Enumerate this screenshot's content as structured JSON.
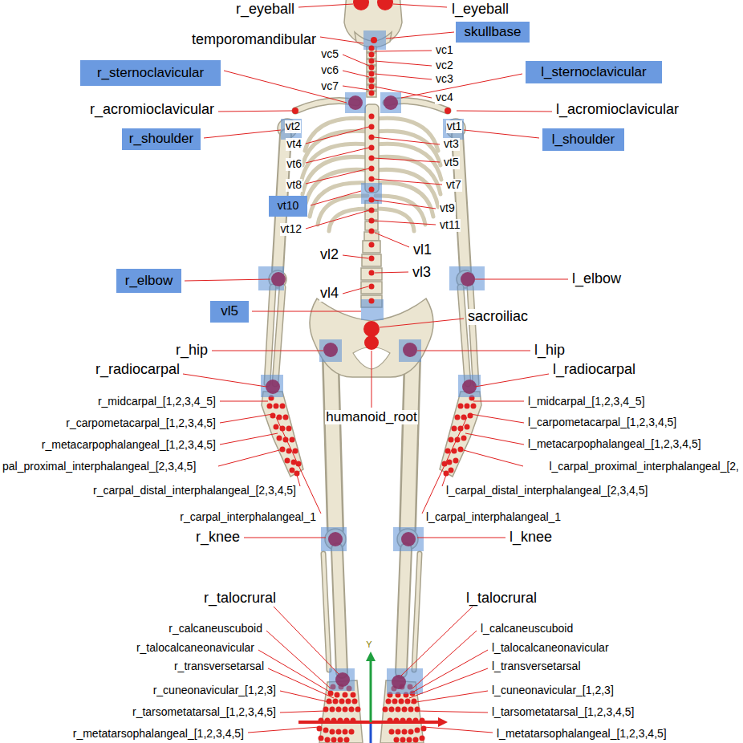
{
  "diagram": {
    "nodes": [
      {
        "text": [
          "skullbase"
        ]
      },
      {
        "text": [
          "r_sternoclavicular"
        ]
      },
      {
        "text": [
          "l_sternoclavicular"
        ]
      },
      {
        "text": [
          "r_shoulder"
        ]
      },
      {
        "text": [
          "l_shoulder"
        ]
      },
      {
        "text": [
          "vt10"
        ]
      },
      {
        "text": [
          "r_elbow"
        ]
      },
      {
        "text": [
          "vl5"
        ]
      }
    ],
    "labels": [
      "r_eyeball",
      "l_eyeball",
      "temporomandibular",
      "vc1",
      "vc5",
      "vc2",
      "vc6",
      "vc3",
      "vc7",
      "vc4",
      "r_acromioclavicular",
      "l_acromioclavicular",
      "vt2",
      "vt1",
      "vt4",
      "vt3",
      "vt6",
      "vt5",
      "vt8",
      "vt7",
      "vt9",
      "vt11",
      "vt12",
      "vl1",
      "vl2",
      "vl3",
      "l_elbow",
      "vl4",
      "sacroiliac",
      "r_hip",
      "l_hip",
      "r_radiocarpal",
      "l_radiocarpal",
      "r_midcarpal_[1,2,3,4_5]",
      "l_midcarpal_[1,2,3,4_5]",
      "humanoid_root",
      "r_carpometacarpal_[1,2,3,4,5]",
      "l_carpometacarpal_[1,2,3,4,5]",
      "r_metacarpophalangeal_[1,2,3,4,5]",
      "l_metacarpophalangeal_[1,2,3,4,5]",
      "pal_proximal_interphalangeal_[2,3,4,5]",
      "l_carpal_proximal_interphalangeal_[2,",
      "r_carpal_distal_interphalangeal_[2,3,4,5]",
      "l_carpal_distal_interphalangeal_[2,3,4,5]",
      "r_carpal_interphalangeal_1",
      "l_carpal_interphalangeal_1",
      "r_knee",
      "l_knee",
      "r_talocrural",
      "l_talocrural",
      "r_calcaneuscuboid",
      "l_calcaneuscuboid",
      "Y",
      "r_talocalcaneonavicular",
      "l_talocalcaneonavicular",
      "r_transversetarsal",
      "l_transversetarsal",
      "r_cuneonavicular_[1,2,3]",
      "l_cuneonavicular_[1,2,3]",
      "r_tarsometatarsal_[1,2,3,4,5]",
      "l_tarsometatarsal_[1,2,3,4,5]",
      "r_metatarsophalangeal_[1,2,3,4,5]",
      "l_metatarsophalangeal_[1,2,3,4,5]"
    ]
  }
}
